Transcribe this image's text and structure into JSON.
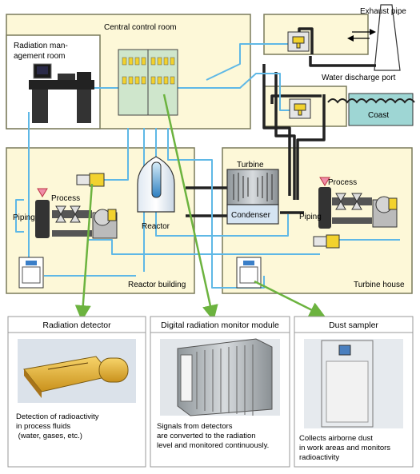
{
  "areas": {
    "central_control_room": "Central control room",
    "radiation_room_line1": "Radiation man-",
    "radiation_room_line2": "agement room",
    "reactor_building": "Reactor building",
    "turbine_house": "Turbine house"
  },
  "components": {
    "exhaust_pipe": "Exhaust pipe",
    "water_discharge_port": "Water discharge port",
    "coast": "Coast",
    "turbine": "Turbine",
    "condenser": "Condenser",
    "reactor": "Reactor",
    "process_left": "Process",
    "piping_left": "Piping",
    "process_right": "Process",
    "piping_right": "Piping"
  },
  "cards": [
    {
      "title": "Radiation detector",
      "lines": [
        "Detection of radioactivity",
        "in process fluids",
        " (water, gases, etc.)"
      ]
    },
    {
      "title": "Digital radiation monitor module",
      "lines": [
        "Signals from detectors",
        "are converted to the radiation",
        "level and monitored continuously."
      ]
    },
    {
      "title": "Dust sampler",
      "lines": [
        "Collects airborne dust",
        "in work areas and monitors",
        "radioactivity"
      ]
    }
  ],
  "colors": {
    "room_fill": "#fdf8d8",
    "building_border": "#7a7a5a",
    "signal_line": "#5fb8e6",
    "arrow_green": "#6cb33f",
    "device_yellow": "#f2d22e",
    "panel_green": "#cfe6cc",
    "coast_water": "#9ed6d4"
  }
}
